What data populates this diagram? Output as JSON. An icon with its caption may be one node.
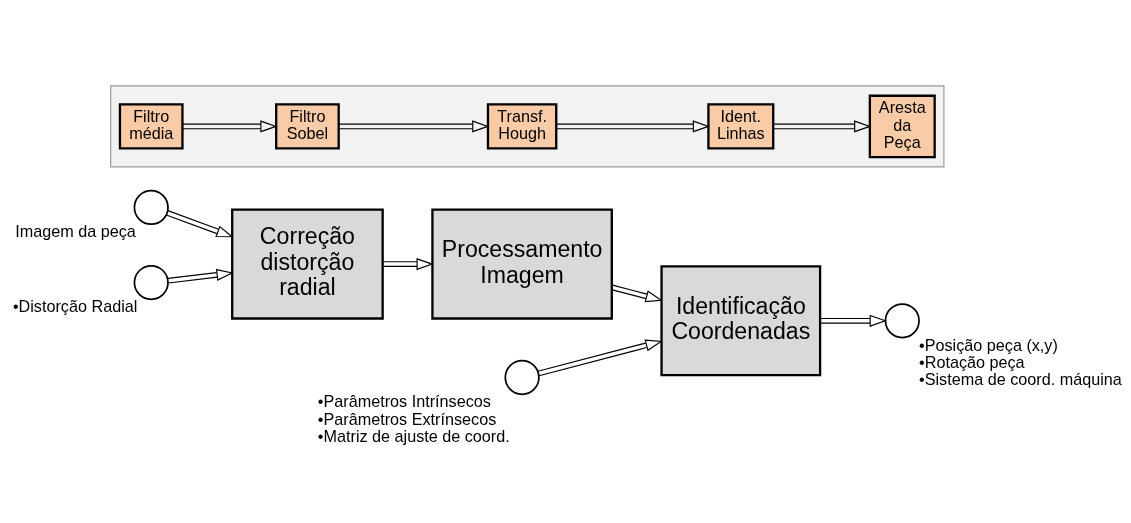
{
  "diagram": {
    "nodes": [
      {
        "text": [],
        "shape": "circle",
        "beside": [
          "Imagem da peça"
        ]
      },
      {
        "text": [],
        "shape": "circle",
        "beside": [
          "•Distorção Radial"
        ]
      },
      {
        "text": [
          "Correção distorção radial"
        ]
      },
      {
        "text": [
          "Processamento Imagem"
        ]
      },
      {
        "text": [],
        "shape": "circle",
        "beside": [
          "•Parâmetros Intrínsecos",
          "•Parâmetros Extrínsecos",
          "•Matriz de ajuste de coord."
        ]
      },
      {
        "text": [
          "Identificação Coordenadas"
        ]
      },
      {
        "text": [],
        "shape": "circle",
        "beside": [
          "•Posição peça (x,y)",
          "•Rotação peça",
          "•Sistema de coord. máquina"
        ]
      },
      {
        "text": [],
        "shape": "box"
      },
      {
        "text": [
          "Filtro média"
        ],
        "in": 7
      },
      {
        "text": [
          "Filtro Sobel"
        ],
        "in": 7
      },
      {
        "text": [
          "Transf. Hough"
        ],
        "in": 7
      },
      {
        "text": [
          "Ident. Linhas"
        ],
        "in": 7
      },
      {
        "text": [
          "Aresta da Peça"
        ],
        "in": 7
      }
    ],
    "edges": [
      {
        "from": 0,
        "to": 2,
        "arrow": "to"
      },
      {
        "from": 1,
        "to": 2,
        "arrow": "to"
      },
      {
        "from": 2,
        "to": 3,
        "arrow": "to"
      },
      {
        "from": 3,
        "to": 5,
        "arrow": "to"
      },
      {
        "from": 4,
        "to": 5,
        "arrow": "to"
      },
      {
        "from": 5,
        "to": 6,
        "arrow": "to"
      },
      {
        "from": 8,
        "to": 9,
        "arrow": "to"
      },
      {
        "from": 9,
        "to": 10,
        "arrow": "to"
      },
      {
        "from": 10,
        "to": 11,
        "arrow": "to"
      },
      {
        "from": 11,
        "to": 12,
        "arrow": "to"
      }
    ]
  }
}
